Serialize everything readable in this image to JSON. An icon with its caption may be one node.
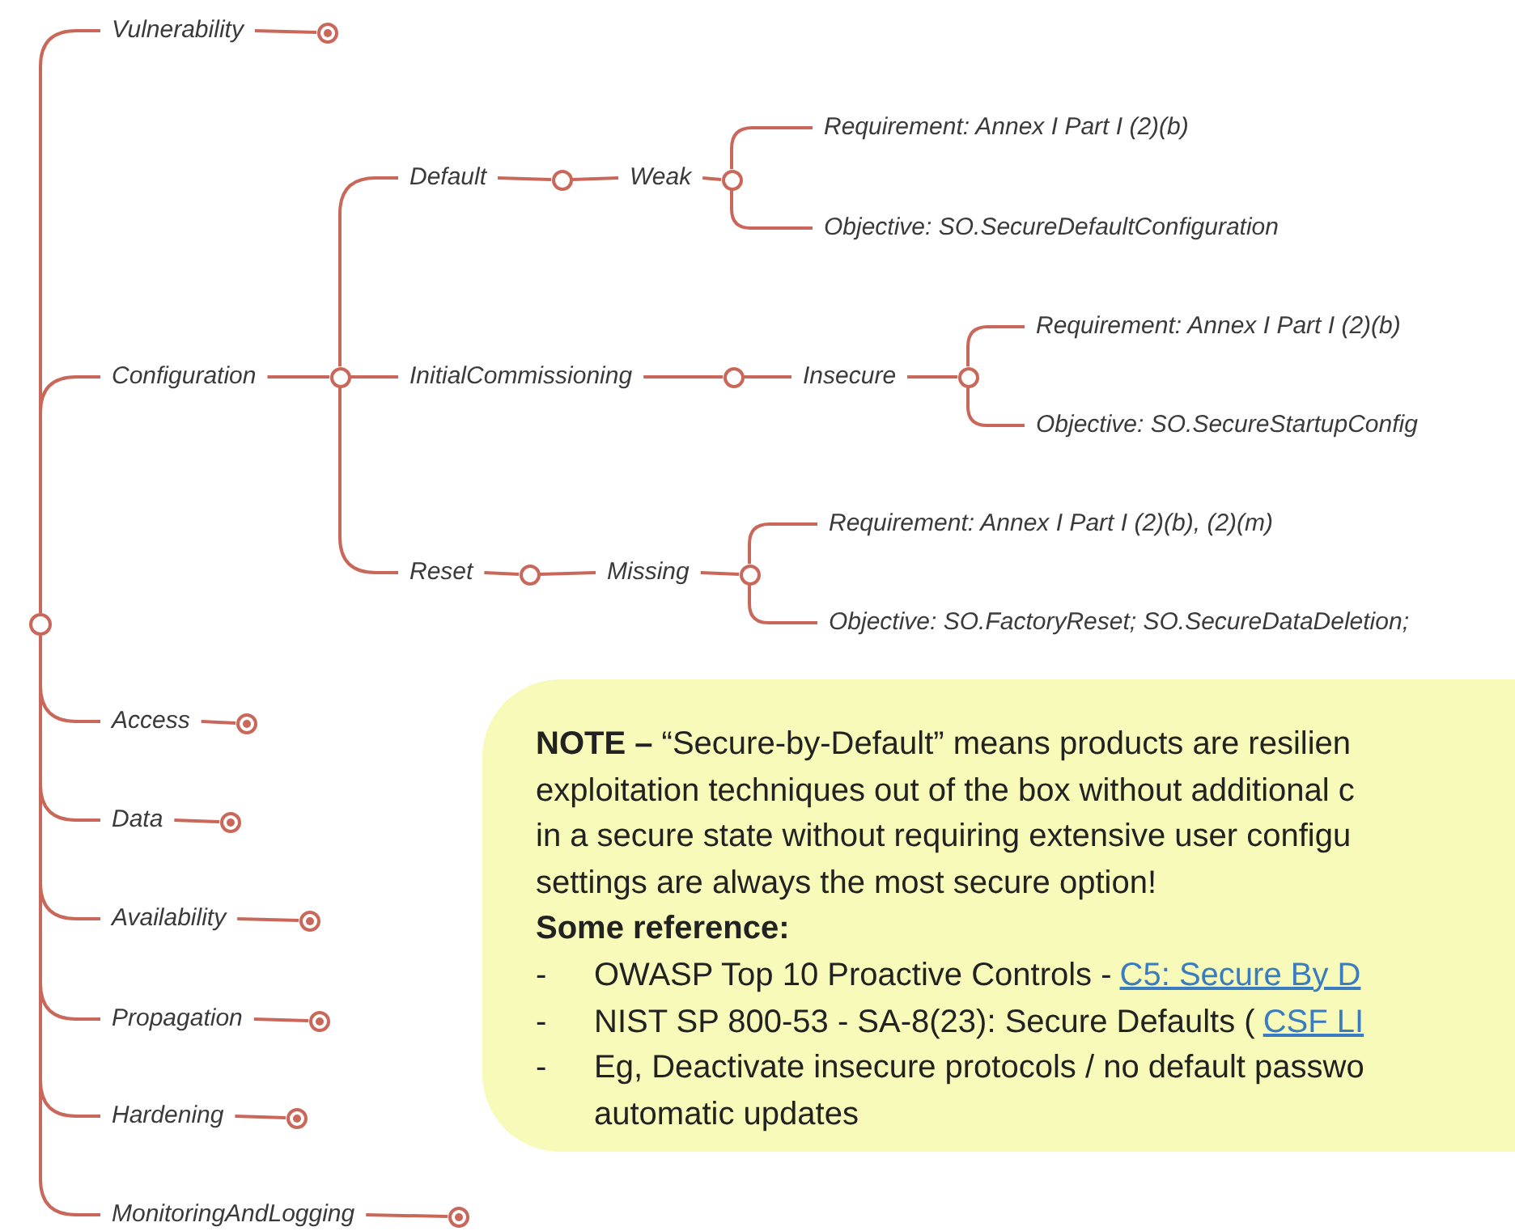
{
  "diagram": {
    "nodes": [
      {
        "text": [],
        "shape": "circle"
      },
      {
        "text": [
          "Vulnerability"
        ]
      },
      {
        "text": [],
        "shape": "circle"
      },
      {
        "text": [
          "Configuration"
        ]
      },
      {
        "text": [],
        "shape": "circle"
      },
      {
        "text": [
          "Default"
        ]
      },
      {
        "text": [],
        "shape": "circle"
      },
      {
        "text": [
          "Weak"
        ]
      },
      {
        "text": [],
        "shape": "circle"
      },
      {
        "text": [
          "Requirement: Annex I Part I (2)(b)"
        ]
      },
      {
        "text": [
          "Objective: SO.SecureDefaultConfiguration"
        ]
      },
      {
        "text": [
          "InitialCommissioning"
        ]
      },
      {
        "text": [],
        "shape": "circle"
      },
      {
        "text": [
          "Insecure"
        ]
      },
      {
        "text": [],
        "shape": "circle"
      },
      {
        "text": [
          "Requirement: Annex I Part I (2)(b)"
        ]
      },
      {
        "text": [
          "Objective: SO.SecureStartupConfig"
        ]
      },
      {
        "text": [
          "Reset"
        ]
      },
      {
        "text": [],
        "shape": "circle"
      },
      {
        "text": [
          "Missing"
        ]
      },
      {
        "text": [],
        "shape": "circle"
      },
      {
        "text": [
          "Requirement: Annex I Part I (2)(b), (2)(m)"
        ]
      },
      {
        "text": [
          "Objective: SO.FactoryReset; SO.SecureDataDeletion;"
        ]
      },
      {
        "text": [
          "Access"
        ]
      },
      {
        "text": [],
        "shape": "circle"
      },
      {
        "text": [
          "Data"
        ]
      },
      {
        "text": [],
        "shape": "circle"
      },
      {
        "text": [
          "Availability"
        ]
      },
      {
        "text": [],
        "shape": "circle"
      },
      {
        "text": [
          "Propagation"
        ]
      },
      {
        "text": [],
        "shape": "circle"
      },
      {
        "text": [
          "Hardening"
        ]
      },
      {
        "text": [],
        "shape": "circle"
      },
      {
        "text": [
          "MonitoringAndLogging"
        ]
      },
      {
        "text": [],
        "shape": "circle"
      },
      {
        "text": [
          "**NOTE –** “Secure-by-Default” means products are resilien",
          "exploitation techniques out of the box without additional c",
          "in a secure state without requiring extensive user configu",
          "settings are always the most secure option!",
          "Some reference:",
          "-",
          "OWASP Top 10 Proactive Controls -",
          "C5: Secure By D",
          "-",
          "NIST SP 800-53 - SA-8(23): Secure Defaults (",
          "CSF LI",
          "-",
          "Eg, Deactivate insecure protocols / no default passwo",
          "automatic updates"
        ]
      }
    ],
    "edges": [
      {
        "from": 0,
        "to": 1,
        "arrow": "none"
      },
      {
        "from": 1,
        "to": 2,
        "arrow": "none"
      },
      {
        "from": 0,
        "to": 3,
        "arrow": "none"
      },
      {
        "from": 3,
        "to": 4,
        "arrow": "none"
      },
      {
        "from": 4,
        "to": 5,
        "arrow": "none"
      },
      {
        "from": 5,
        "to": 6,
        "arrow": "none"
      },
      {
        "from": 6,
        "to": 7,
        "arrow": "none"
      },
      {
        "from": 7,
        "to": 8,
        "arrow": "none"
      },
      {
        "from": 8,
        "to": 9,
        "arrow": "none"
      },
      {
        "from": 8,
        "to": 10,
        "arrow": "none"
      },
      {
        "from": 4,
        "to": 11,
        "arrow": "none"
      },
      {
        "from": 11,
        "to": 12,
        "arrow": "none"
      },
      {
        "from": 12,
        "to": 13,
        "arrow": "none"
      },
      {
        "from": 13,
        "to": 14,
        "arrow": "none"
      },
      {
        "from": 14,
        "to": 15,
        "arrow": "none"
      },
      {
        "from": 14,
        "to": 16,
        "arrow": "none"
      },
      {
        "from": 4,
        "to": 17,
        "arrow": "none"
      },
      {
        "from": 17,
        "to": 18,
        "arrow": "none"
      },
      {
        "from": 18,
        "to": 19,
        "arrow": "none"
      },
      {
        "from": 19,
        "to": 20,
        "arrow": "none"
      },
      {
        "from": 20,
        "to": 21,
        "arrow": "none"
      },
      {
        "from": 20,
        "to": 22,
        "arrow": "none"
      },
      {
        "from": 0,
        "to": 23,
        "arrow": "none"
      },
      {
        "from": 23,
        "to": 24,
        "arrow": "none"
      },
      {
        "from": 0,
        "to": 25,
        "arrow": "none"
      },
      {
        "from": 25,
        "to": 26,
        "arrow": "none"
      },
      {
        "from": 0,
        "to": 27,
        "arrow": "none"
      },
      {
        "from": 27,
        "to": 28,
        "arrow": "none"
      },
      {
        "from": 0,
        "to": 29,
        "arrow": "none"
      },
      {
        "from": 29,
        "to": 30,
        "arrow": "none"
      },
      {
        "from": 0,
        "to": 31,
        "arrow": "none"
      },
      {
        "from": 31,
        "to": 32,
        "arrow": "none"
      },
      {
        "from": 0,
        "to": 33,
        "arrow": "none"
      },
      {
        "from": 33,
        "to": 34,
        "arrow": "none"
      }
    ]
  }
}
